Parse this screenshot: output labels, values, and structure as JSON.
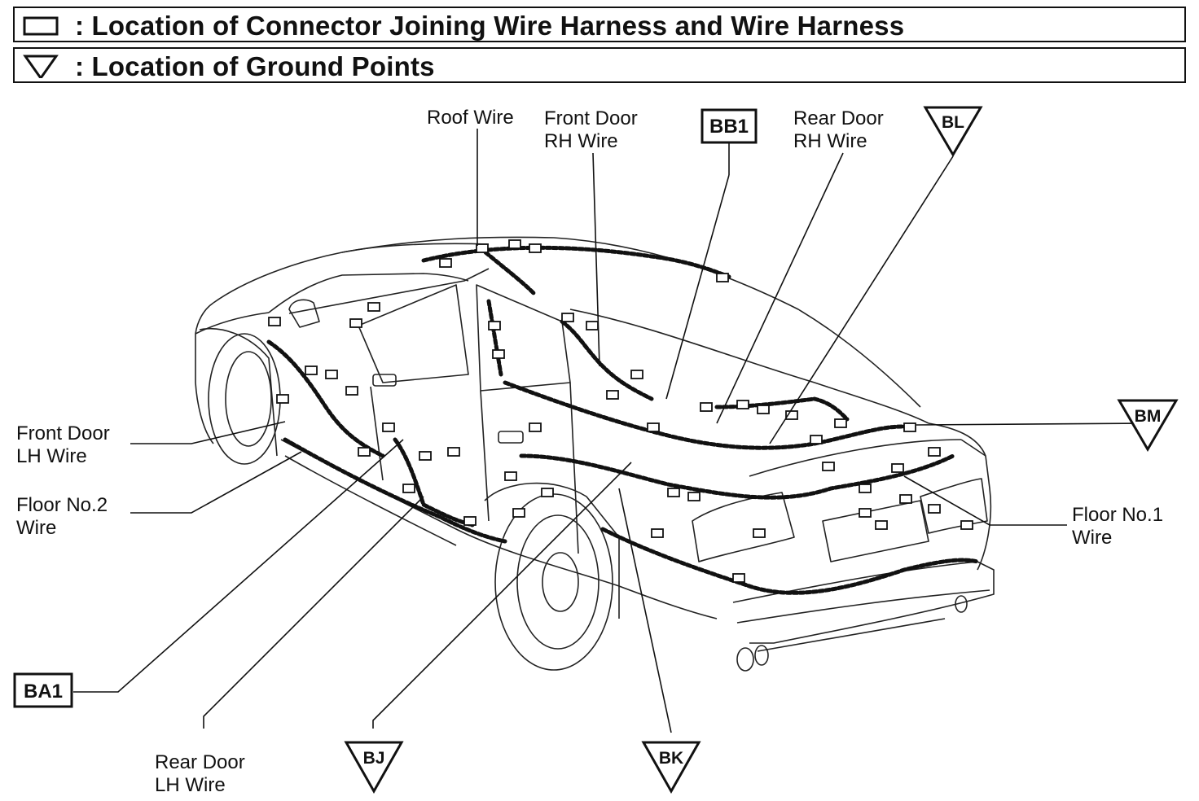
{
  "legend": {
    "connector_text": ": Location of Connector Joining Wire Harness and Wire Harness",
    "ground_text": ": Location of Ground Points"
  },
  "wire_labels": {
    "roof_wire": "Roof Wire",
    "front_door_rh_1": "Front Door",
    "front_door_rh_2": "RH Wire",
    "rear_door_rh_1": "Rear Door",
    "rear_door_rh_2": "RH Wire",
    "front_door_lh_1": "Front Door",
    "front_door_lh_2": "LH Wire",
    "floor_no2_1": "Floor No.2",
    "floor_no2_2": "Wire",
    "floor_no1_1": "Floor No.1",
    "floor_no1_2": "Wire",
    "rear_door_lh_1": "Rear Door",
    "rear_door_lh_2": "LH Wire"
  },
  "connectors": {
    "bb1": "BB1",
    "ba1": "BA1"
  },
  "grounds": {
    "bl": "BL",
    "bm": "BM",
    "bj": "BJ",
    "bk": "BK"
  }
}
